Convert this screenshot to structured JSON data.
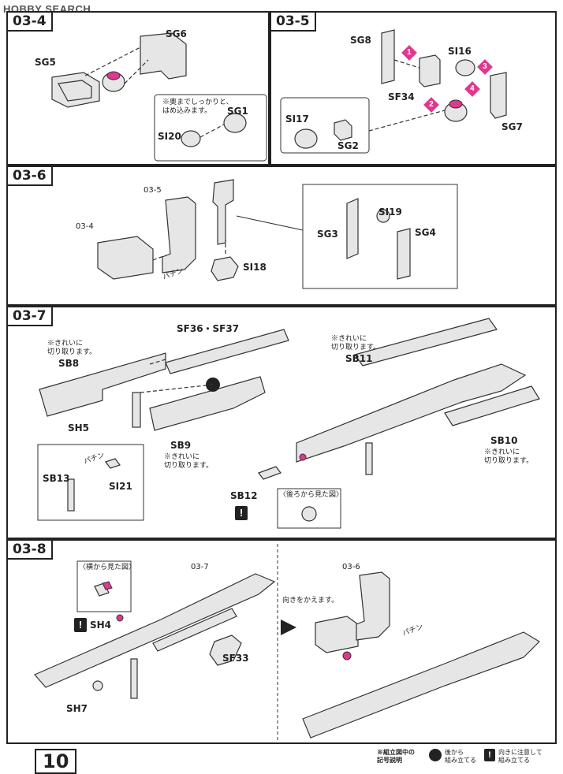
{
  "watermark": "HOBBY SEARCH",
  "page_number": "10",
  "panels": {
    "p034": {
      "step": "03-4",
      "sg5": "SG5",
      "sg6": "SG6",
      "note": "※奥までしっかりと、\nはめ込みます。",
      "sg1": "SG1",
      "si20": "SI20"
    },
    "p035": {
      "step": "03-5",
      "sg8": "SG8",
      "si16": "SI16",
      "sf34": "SF34",
      "sg7": "SG7",
      "si17": "SI17",
      "sg2": "SG2",
      "badges": [
        "1",
        "2",
        "3",
        "4"
      ]
    },
    "p036": {
      "step": "03-6",
      "ref035": "03-5",
      "ref034": "03-4",
      "si18": "SI18",
      "si19": "SI19",
      "sg3": "SG3",
      "sg4": "SG4",
      "snap": "パチン"
    },
    "p037": {
      "step": "03-7",
      "sf3637": "SF36・SF37",
      "note_l": "※きれいに\n切り取ります。",
      "sb8": "SB8",
      "sh5": "SH5",
      "sb9": "SB9",
      "note_m": "※きれいに\n切り取ります。",
      "sb13": "SB13",
      "si21": "SI21",
      "snap": "パチン",
      "note_r": "※きれいに\n切り取ります。",
      "sb11": "SB11",
      "sb10": "SB10",
      "note_r2": "※きれいに\n切り取ります。",
      "sb12": "SB12",
      "rear_view": "〈後ろから見た図〉"
    },
    "p038": {
      "step": "03-8",
      "side_view": "〈横から見た図〉",
      "ref037": "03-7",
      "sh4": "SH4",
      "sf33": "SF33",
      "sh7": "SH7",
      "turn": "向きをかえます。",
      "ref036": "03-6",
      "snap": "パチン"
    }
  },
  "legend": {
    "title": "※組立図中の\n記号説明",
    "item1": "後から\n組み立てる",
    "item2": "向きに注意して\n組み立てる"
  }
}
